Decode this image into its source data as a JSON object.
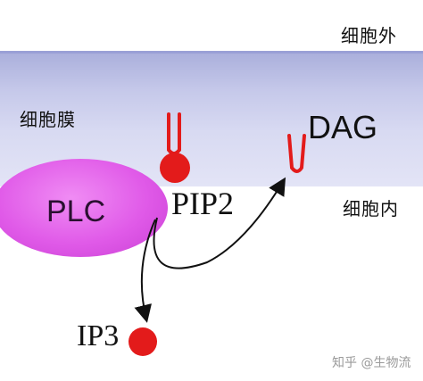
{
  "labels": {
    "outside_cell": "细胞外",
    "membrane": "细胞膜",
    "inside_cell": "细胞内"
  },
  "molecules": {
    "plc": "PLC",
    "pip2": "PIP2",
    "dag": "DAG",
    "ip3": "IP3"
  },
  "watermark": "知乎 @生物流",
  "colors": {
    "membrane": "#c6c9ea",
    "plc": "#e05ae8",
    "molecule": "#e31b1b"
  }
}
